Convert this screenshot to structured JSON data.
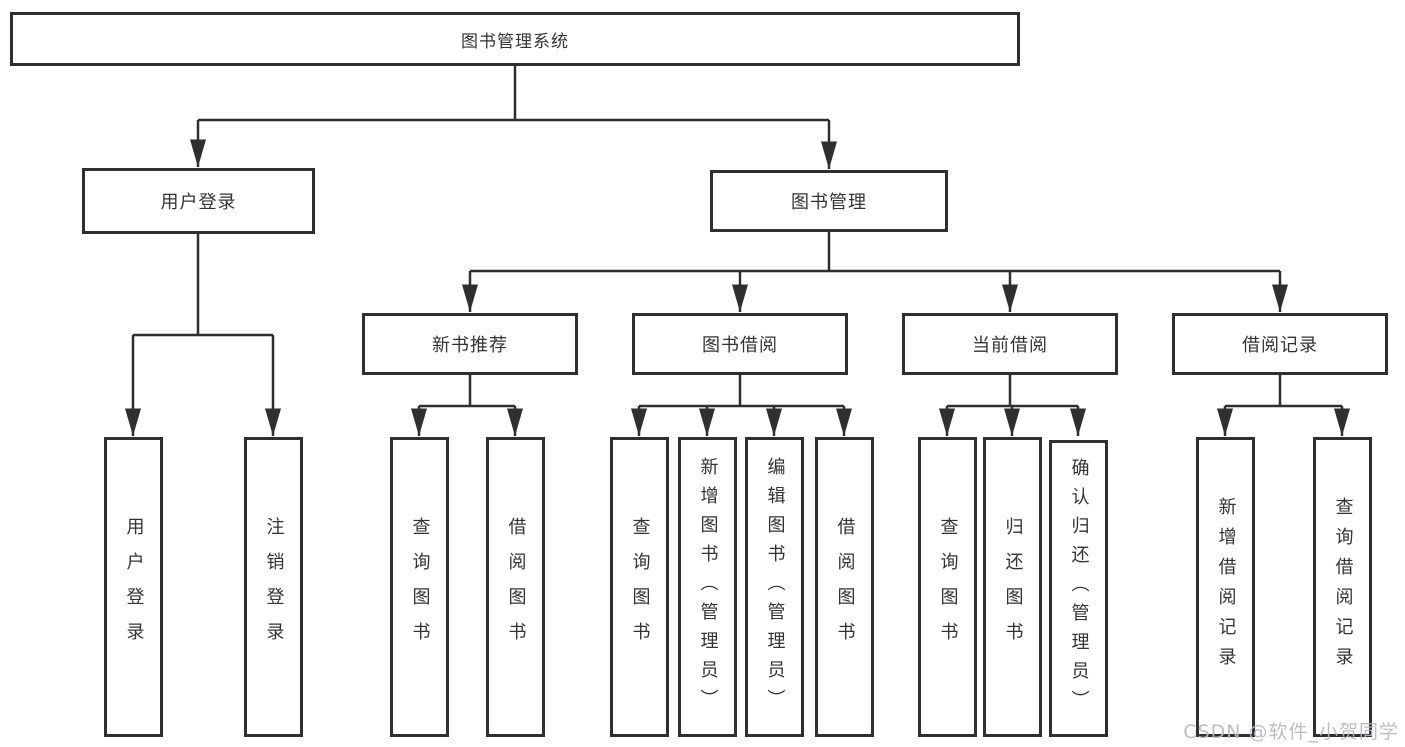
{
  "diagram": {
    "type": "hierarchy-tree",
    "tree": {
      "label": "图书管理系统",
      "children": [
        {
          "label": "用户登录",
          "children": [
            {
              "label": "用户登录"
            },
            {
              "label": "注销登录"
            }
          ]
        },
        {
          "label": "图书管理",
          "children": [
            {
              "label": "新书推荐",
              "children": [
                {
                  "label": "查询图书"
                },
                {
                  "label": "借阅图书"
                }
              ]
            },
            {
              "label": "图书借阅",
              "children": [
                {
                  "label": "查询图书"
                },
                {
                  "label": "新增图书（管理员）"
                },
                {
                  "label": "编辑图书（管理员）"
                },
                {
                  "label": "借阅图书"
                }
              ]
            },
            {
              "label": "当前借阅",
              "children": [
                {
                  "label": "查询图书"
                },
                {
                  "label": "归还图书"
                },
                {
                  "label": "确认归还（管理员）"
                }
              ]
            },
            {
              "label": "借阅记录",
              "children": [
                {
                  "label": "新增借阅记录"
                },
                {
                  "label": "查询借阅记录"
                }
              ]
            }
          ]
        }
      ]
    },
    "colors": {
      "line": "#2f2f2f",
      "text": "#333333",
      "box_background": "#ffffff",
      "page_background": "#ffffff",
      "watermark": "#b6bac1"
    }
  },
  "watermark": {
    "text": "CSDN @软件_小贺同学"
  }
}
